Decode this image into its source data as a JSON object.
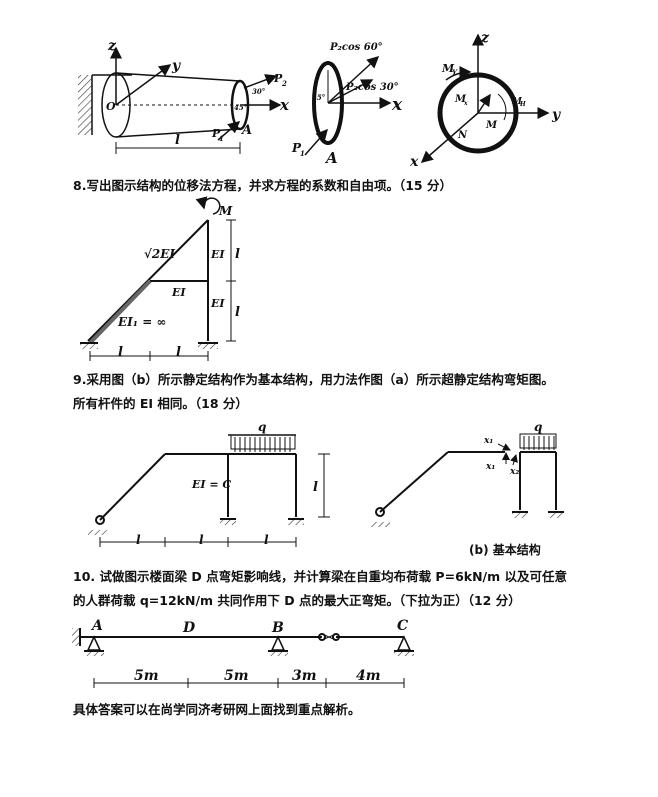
{
  "fig_top": {
    "cyl": {
      "z": "z",
      "y": "y",
      "o": "O",
      "x": "x",
      "p2": "P",
      "p2_sub": "2",
      "p1": "P",
      "p1_sub": "1",
      "a": "A",
      "l": "l",
      "ang30": "30°",
      "ang45": "45°"
    },
    "ring": {
      "p2cos60": "P₂cos 60°",
      "p2cos30": "P₂cos 30°",
      "x": "x",
      "ang45": "45°",
      "p1": "P",
      "p1_sub": "1",
      "a": "A"
    },
    "sect": {
      "z": "z",
      "y": "y",
      "x": "x",
      "my": "M",
      "my_sub": "Y",
      "mx": "M",
      "mx_sub": "x",
      "mh": "M",
      "mh_sub": "H",
      "m": "M",
      "n": "N"
    }
  },
  "q8": {
    "text": "8.写出图示结构的位移法方程，并求方程的系数和自由项。（15 分）",
    "fig": {
      "m": "M",
      "ei_root2": "√2EI",
      "ei_mid": "EI",
      "ei_right_top": "EI",
      "ei_right_bot": "EI",
      "ei1": "EI₁ = ∞",
      "l_right_top": "l",
      "l_right_bot": "l",
      "l_bot1": "l",
      "l_bot2": "l"
    }
  },
  "q9": {
    "line1": "9.采用图（b）所示静定结构作为基本结构，用力法作图（a）所示超静定结构弯矩图。",
    "line2": "所有杆件的 EI 相同。（18 分）",
    "fig_a": {
      "q": "q",
      "ei": "EI = C",
      "l_right": "l",
      "l1": "l",
      "l2": "l",
      "l3": "l"
    },
    "fig_b": {
      "q": "q",
      "x1": "x₁",
      "x1b": "x₁",
      "x2": "x₂",
      "caption": "(b) 基本结构"
    }
  },
  "q10": {
    "line1": "10. 试做图示楼面梁 D 点弯矩影响线，并计算梁在自重均布荷载 P=6kN/m 以及可任意",
    "line2": "的人群荷载 q=12kN/m 共同作用下 D 点的最大正弯矩。（下拉为正）（12 分）",
    "fig": {
      "a": "A",
      "d": "D",
      "b": "B",
      "c": "C",
      "d1": "5m",
      "d2": "5m",
      "d3": "3m",
      "d4": "4m"
    }
  },
  "footer": "具体答案可以在尚学同济考研网上面找到重点解析。"
}
